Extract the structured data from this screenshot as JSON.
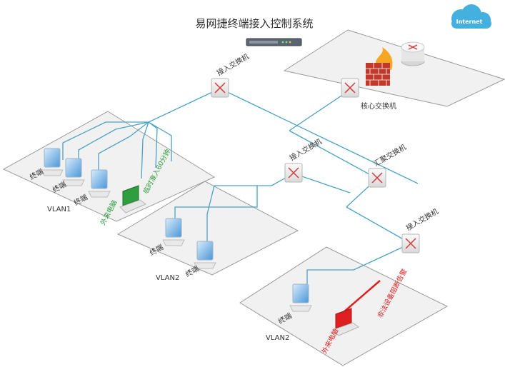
{
  "title": "易网捷终端接入控制系统",
  "cloud": {
    "label": "Internet",
    "icon": "internet-cloud-icon"
  },
  "appliance": {
    "icon": "control-appliance-icon"
  },
  "core": {
    "switch_label": "核心交换机",
    "icons": [
      "firewall-icon",
      "router-icon",
      "core-switch-icon"
    ]
  },
  "switches": {
    "access_top": "接入交换机",
    "access_middle": "接入交换机",
    "aggregation": "汇聚交换机",
    "access_bottom": "接入交换机"
  },
  "zones": {
    "left": {
      "vlan": "VLAN1",
      "terminals": [
        "终端",
        "终端",
        "终端"
      ],
      "note_green": "临时准入60分钟",
      "laptop_note": "外来电脑"
    },
    "middle": {
      "vlan": "VLAN2",
      "terminals": [
        "终端",
        "终端"
      ]
    },
    "bottom": {
      "vlan": "VLAN2",
      "terminals": [
        "终端"
      ],
      "note_red": "非法设备阻断告警",
      "laptop_note": "外来电脑"
    }
  },
  "colors": {
    "link": "#4aa3c8",
    "zone_fill": "#f1f1f1",
    "zone_stroke": "#9a9a9a",
    "allowed": "#2e9e3e",
    "blocked": "#e02020",
    "cloud": "#43b0e0",
    "monitor": "#3d8fd6"
  }
}
